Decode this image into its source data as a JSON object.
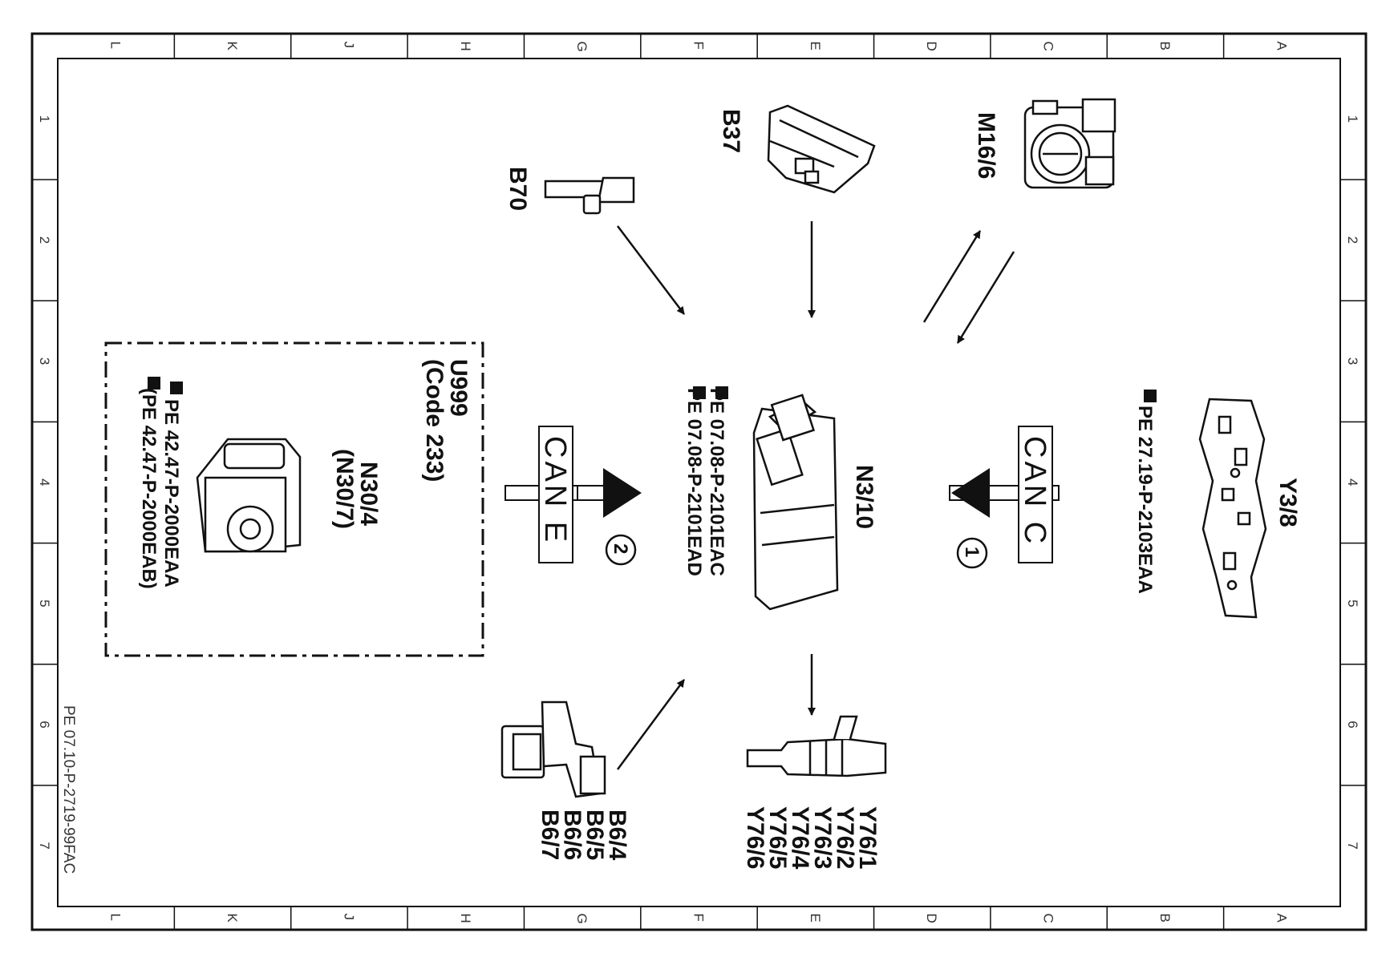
{
  "border_columns": [
    "L",
    "K",
    "J",
    "H",
    "G",
    "F",
    "E",
    "D",
    "C",
    "B",
    "A"
  ],
  "border_rows": [
    "1",
    "2",
    "3",
    "4",
    "5",
    "6",
    "7"
  ],
  "drawing_number": "PE 07.10-P-2719-99FAC",
  "components": {
    "b70": {
      "label": "B70",
      "icon": "crankshaft-sensor-icon"
    },
    "b37": {
      "label": "B37",
      "icon": "accelerator-pedal-sensor-icon"
    },
    "m16_6": {
      "label": "M16/6",
      "icon": "throttle-body-icon"
    },
    "n3_10": {
      "label": "N3/10",
      "icon": "engine-control-unit-icon",
      "refs": [
        "PE 07.08-P-2101EAC",
        "PE 07.08-P-2101EAD"
      ]
    },
    "y3_8": {
      "label": "Y3/8",
      "icon": "transmission-control-plate-icon",
      "refs": [
        "PE 27.19-P-2103EAA"
      ]
    },
    "n30_4": {
      "label": "N30/4",
      "alt_label": "(N30/7)",
      "icon": "esp-control-unit-icon",
      "refs": [
        "PE 42.47-P-2000EAA",
        "(PE 42.47-P-2000EAB)"
      ]
    },
    "u999": {
      "label": "U999",
      "code": "(Code 233)"
    },
    "b6": {
      "labels": [
        "B6/4",
        "B6/5",
        "B6/6",
        "B6/7"
      ],
      "icon": "camshaft-sensor-icon"
    },
    "y76": {
      "labels": [
        "Y76/1",
        "Y76/2",
        "Y76/3",
        "Y76/4",
        "Y76/5",
        "Y76/6"
      ],
      "icon": "fuel-injector-icon"
    }
  },
  "can_buses": {
    "can_e": {
      "label": "CAN E",
      "number": "2"
    },
    "can_c": {
      "label": "CAN C",
      "number": "1"
    }
  }
}
